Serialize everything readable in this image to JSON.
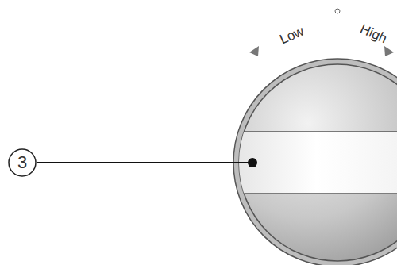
{
  "diagram": {
    "labels": [
      "3",
      "Low",
      "High"
    ]
  }
}
